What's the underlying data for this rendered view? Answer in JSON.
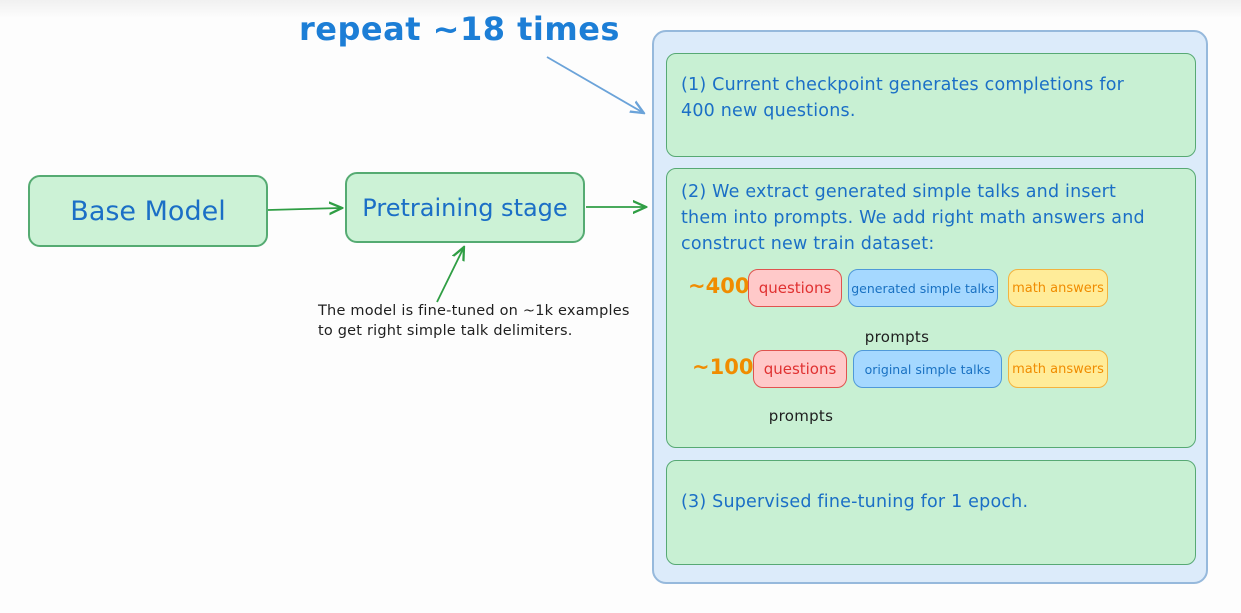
{
  "annotations": {
    "repeat_label": "repeat ~18 times",
    "pretraining_note": "The model is fine-tuned on ~1k examples\nto get right simple talk delimiters."
  },
  "nodes": {
    "base_model": {
      "label": "Base Model"
    },
    "pretraining": {
      "label": "Pretraining stage"
    }
  },
  "loop_panel": {
    "steps": [
      {
        "text": "(1) Current checkpoint generates completions for\n 400 new questions."
      },
      {
        "text": "(2) We extract generated simple talks and insert\nthem into prompts. We add right math answers and\nconstruct new train dataset:",
        "rows": [
          {
            "count": "~400",
            "chips": [
              {
                "label": "questions",
                "style": "red"
              },
              {
                "label": "generated simple talks",
                "style": "blue"
              },
              {
                "label": "math answers",
                "style": "yellow"
              }
            ],
            "brace_label": "prompts"
          },
          {
            "count": "~100",
            "chips": [
              {
                "label": "questions",
                "style": "red"
              },
              {
                "label": "original simple talks",
                "style": "blue"
              },
              {
                "label": "math answers",
                "style": "yellow"
              }
            ],
            "brace_label": "prompts"
          }
        ]
      },
      {
        "text": "(3) Supervised fine-tuning for 1 epoch."
      }
    ]
  },
  "palette": {
    "blue_text": "#1971c2",
    "repeat_text_blue": "#1c7ed6",
    "repeat_arrow_blue": "#6ba3d9",
    "green_box_fill": "#ccf2d6",
    "green_box_stroke": "#55ab72",
    "arrow_green": "#2f9e44",
    "panel_fill": "#dcebfa",
    "panel_stroke": "#96b9dc",
    "chip_red_fill": "#ffc9c9",
    "chip_red_stroke": "#e0534f",
    "chip_red_text": "#e03131",
    "chip_blue_fill": "#a5d8ff",
    "chip_blue_stroke": "#4f99d9",
    "chip_blue_text": "#1971c2",
    "chip_yellow_fill": "#ffec99",
    "chip_yellow_stroke": "#f3b33f",
    "chip_yellow_text": "#f08c00",
    "count_orange": "#f08c00",
    "ink": "#1e1e1e"
  }
}
